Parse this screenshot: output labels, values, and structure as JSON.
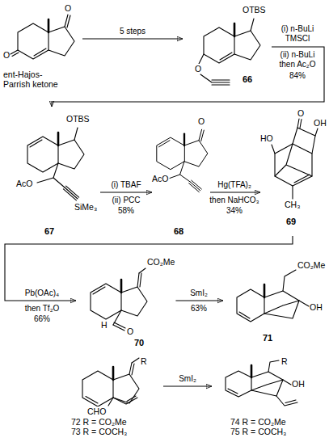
{
  "diagram": {
    "nodes": [
      {
        "text": [
          "O",
          "O",
          "ent-Hajos- Parrish ketone"
        ]
      },
      {
        "text": [
          "OTBS",
          "O",
          "66"
        ]
      },
      {
        "text": [
          "OTBS",
          "AcO",
          "SiMe₃",
          "67"
        ]
      },
      {
        "text": [
          "O",
          "AcO",
          "68"
        ]
      },
      {
        "text": [
          "O",
          "HO",
          "OH",
          "CH₃",
          "69"
        ]
      },
      {
        "text": [
          "CO₂Me",
          "H",
          "O",
          "70"
        ]
      },
      {
        "text": [
          "CO₂Me",
          "OH",
          "71"
        ]
      },
      {
        "text": [
          "R",
          "CHO",
          "72 R = CO₂Me",
          "73 R = COCH₃"
        ]
      },
      {
        "text": [
          "R",
          "OH",
          "74 R = CO₂Me",
          "75 R = COCH₃"
        ]
      }
    ],
    "edges": [
      {
        "from": 0,
        "to": 1,
        "arrow": "to",
        "label": "5 steps"
      },
      {
        "from": 1,
        "to": 2,
        "arrow": "to",
        "label": "(i) n-BuLi TMSCl"
      },
      {
        "from": 2,
        "to": 3,
        "arrow": "to",
        "label": "(i) TBAF"
      },
      {
        "from": 3,
        "to": 4,
        "arrow": "to",
        "label": "Hg(TFA)₂"
      },
      {
        "from": 4,
        "to": 5,
        "arrow": "to",
        "label": "Pb(OAc)₄"
      },
      {
        "from": 5,
        "to": 6,
        "arrow": "to",
        "label": "SmI₂"
      },
      {
        "from": 7,
        "to": 8,
        "arrow": "to",
        "label": "SmI₂"
      }
    ],
    "labels": [
      "(ii) n-BuLi then Ac₂O",
      "84%",
      "(ii) PCC",
      "58%",
      "then NaHCO₃",
      "34%",
      "then Tf₂O",
      "66%",
      "63%"
    ]
  }
}
